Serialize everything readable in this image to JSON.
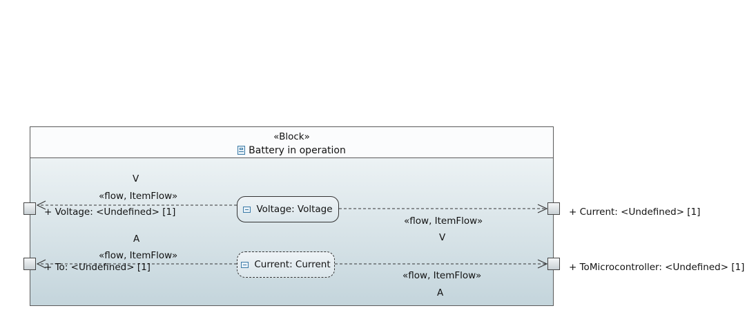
{
  "block": {
    "stereotype": "«Block»",
    "name": "Battery in operation",
    "icon": "block-icon"
  },
  "parts": {
    "voltage": {
      "label": "Voltage: Voltage",
      "icon": "part-icon"
    },
    "current": {
      "label": "Current: Current",
      "icon": "part-icon"
    }
  },
  "ports": {
    "voltage_in": "+ Voltage: <Undefined> [1]",
    "to_in": "+ To: <Undefined> [1]",
    "current_out": "+ Current: <Undefined> [1]",
    "to_microcontroller_out": "+ ToMicrocontroller: <Undefined> [1]"
  },
  "flows": {
    "voltage_to_port": {
      "stereotype": "«flow, ItemFlow»",
      "item": "V"
    },
    "voltage_to_current_port": {
      "stereotype": "«flow, ItemFlow»",
      "item": "V"
    },
    "current_to_port": {
      "stereotype": "«flow, ItemFlow»",
      "item": "A"
    },
    "current_to_microcontroller": {
      "stereotype": "«flow, ItemFlow»",
      "item": "A"
    }
  },
  "colors": {
    "line": "#333333",
    "block_border": "#5a5a5a",
    "icon_blue": "#3b7aa6"
  }
}
